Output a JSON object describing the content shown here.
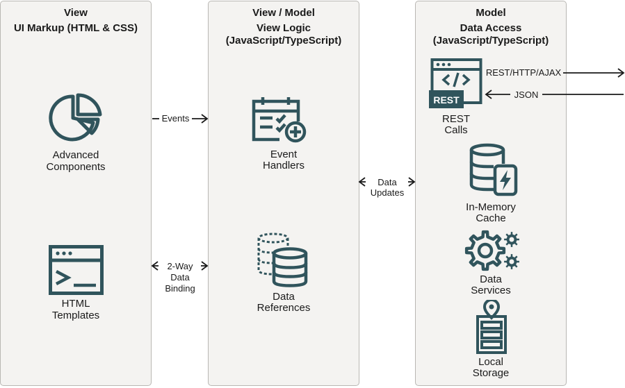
{
  "colors": {
    "icon": "#30545c",
    "panel_bg": "#f4f3f1",
    "panel_border": "#b9b7b3",
    "arrow": "#1a1a1a"
  },
  "panels": {
    "view": {
      "title": "View",
      "subtitle": "UI Markup (HTML & CSS)",
      "components": {
        "icon": "pie-chart-icon",
        "line1": "Advanced",
        "line2": "Components"
      },
      "templates": {
        "icon": "terminal-window-icon",
        "line1": "HTML",
        "line2": "Templates"
      }
    },
    "view_model": {
      "title": "View / Model",
      "subtitle1": "View Logic",
      "subtitle2": "(JavaScript/TypeScript)",
      "handlers": {
        "icon": "calendar-checklist-icon",
        "line1": "Event",
        "line2": "Handlers"
      },
      "references": {
        "icon": "database-stack-icon",
        "line1": "Data",
        "line2": "References"
      }
    },
    "model": {
      "title": "Model",
      "subtitle1": "Data Access",
      "subtitle2": "(JavaScript/TypeScript)",
      "rest": {
        "icon": "rest-code-window-icon",
        "badge": "REST",
        "line1": "REST",
        "line2": "Calls"
      },
      "cache": {
        "icon": "database-lightning-icon",
        "line1": "In-Memory",
        "line2": "Cache"
      },
      "services": {
        "icon": "gears-icon",
        "line1": "Data",
        "line2": "Services"
      },
      "storage": {
        "icon": "storage-location-icon",
        "line1": "Local",
        "line2": "Storage"
      }
    }
  },
  "connectors": {
    "events": "Events",
    "binding": {
      "line1": "2-Way",
      "line2": "Data",
      "line3": "Binding"
    },
    "updates": {
      "line1": "Data",
      "line2": "Updates"
    },
    "rest_out": "REST/HTTP/AJAX",
    "json_in": "JSON"
  }
}
